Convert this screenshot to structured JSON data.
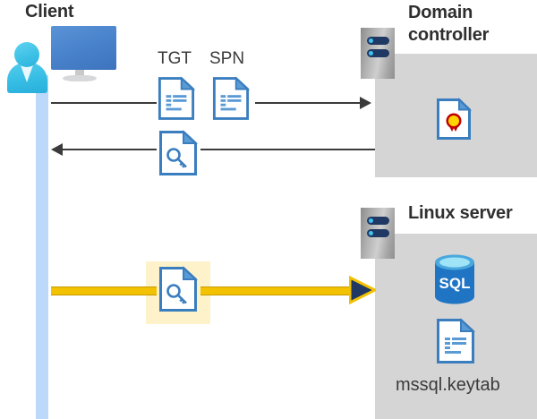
{
  "diagram": {
    "title": "Kerberos authentication flow between client, domain controller and Linux server",
    "actors": {
      "client": {
        "label": "Client",
        "icon": "client-workstation-icon"
      },
      "domain_controller": {
        "label": "Domain\ncontroller",
        "label_line1": "Domain",
        "label_line2": "controller",
        "icon": "server-icon"
      },
      "linux_server": {
        "label": "Linux server",
        "icon": "server-icon"
      }
    },
    "messages": [
      {
        "id": "request",
        "direction": "right",
        "from": "client",
        "to": "domain_controller",
        "artifacts": [
          {
            "label": "TGT",
            "icon": "document-icon"
          },
          {
            "label": "SPN",
            "icon": "document-icon"
          }
        ]
      },
      {
        "id": "response",
        "direction": "left",
        "from": "domain_controller",
        "to": "client",
        "artifacts": [
          {
            "label": "",
            "icon": "key-document-icon"
          }
        ]
      },
      {
        "id": "service-ticket",
        "direction": "right",
        "from": "client",
        "to": "linux_server",
        "highlighted": true,
        "artifacts": [
          {
            "label": "",
            "icon": "key-document-icon"
          }
        ]
      }
    ],
    "domain_controller_contents": [
      {
        "label": "",
        "icon": "certificate-icon"
      }
    ],
    "linux_server_contents": [
      {
        "label": "SQL",
        "icon": "sql-database-icon"
      },
      {
        "label": "mssql.keytab",
        "icon": "document-icon"
      }
    ],
    "colors": {
      "panel_gray": "#d5d5d5",
      "lifeline_blue": "#bcd9fc",
      "highlight_yellow": "#fdf2c9",
      "arrow_yellow": "#f2c200",
      "arrow_black": "#3b3b3b",
      "doc_blue": "#3a7ebf",
      "sql_blue": "#2074c4",
      "text_dark": "#2f2f2f"
    }
  }
}
